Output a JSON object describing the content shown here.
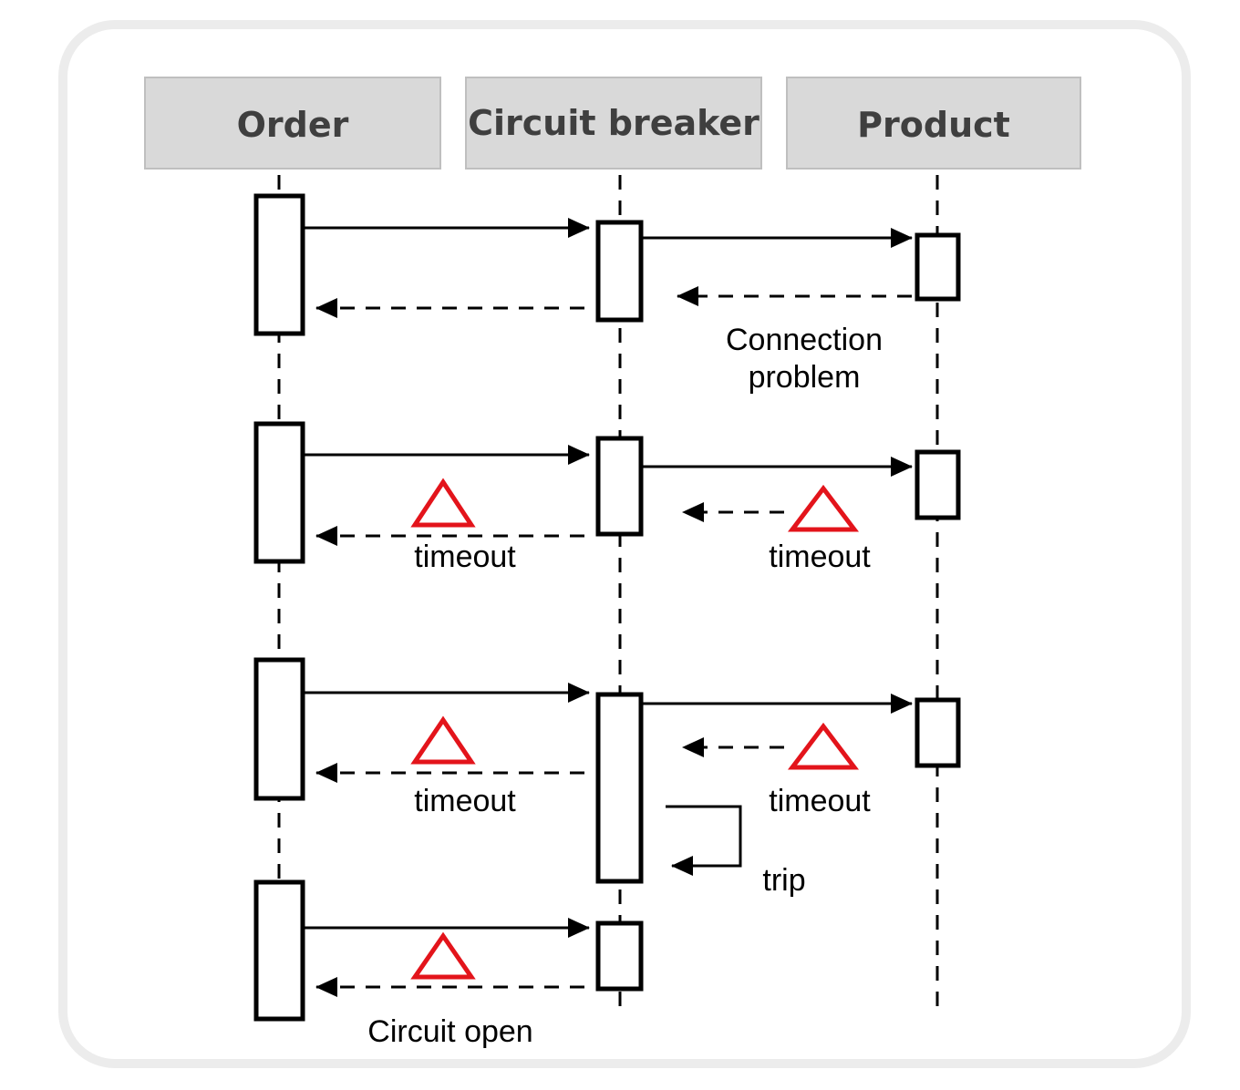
{
  "participants": {
    "order": "Order",
    "breaker": "Circuit breaker",
    "product": "Product"
  },
  "labels": {
    "connection_line1": "Connection",
    "connection_line2": "problem",
    "timeout": "timeout",
    "trip": "trip",
    "circuit_open": "Circuit open"
  },
  "colors": {
    "header_fill": "#d9d9d9",
    "warning": "#e3141b"
  }
}
